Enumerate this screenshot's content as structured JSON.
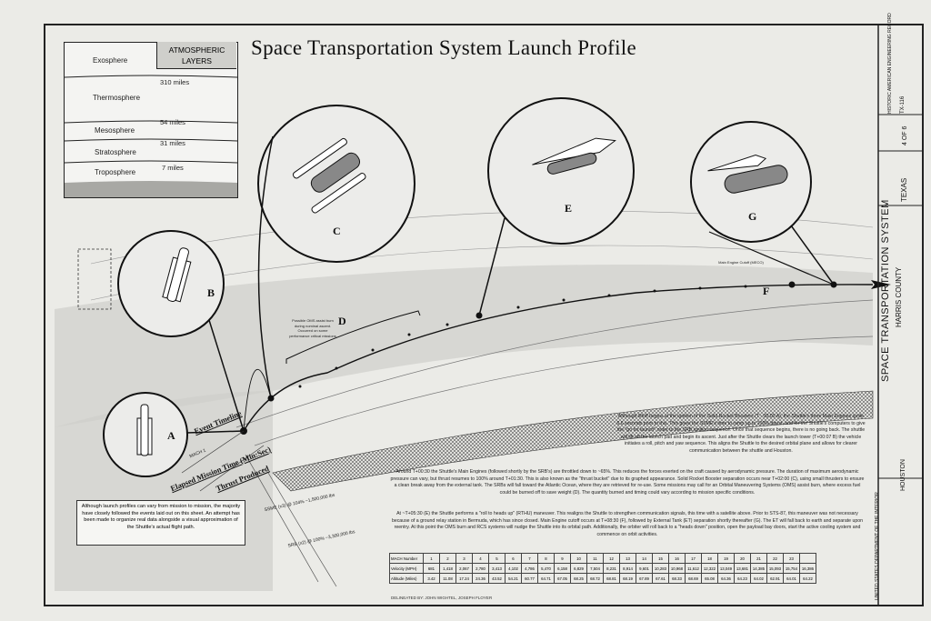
{
  "title": "Space Transportation System Launch Profile",
  "atmosphere": {
    "header": "ATMOSPHERIC LAYERS",
    "layers": [
      "Exosphere",
      "Thermosphere",
      "Mesosphere",
      "Stratosphere",
      "Troposphere"
    ],
    "altitudes": [
      "310 miles",
      "54 miles",
      "31 miles",
      "7 miles"
    ]
  },
  "callouts": {
    "A": "A",
    "B": "B",
    "C": "C",
    "D": "D",
    "E": "E",
    "F": "F",
    "G": "G"
  },
  "annotations": {
    "oms": "Possible OMS assist burn during nominal ascent. Occurred on some performance critical missions",
    "meco": "Main Engine Cutoff (MECO)"
  },
  "timeline_labels": {
    "event": "Event Timeline",
    "elapsed": "Elapsed Mission Time (Min:Sec)",
    "thrust": "Thrust Produced",
    "mach": "MACH 1",
    "srb_thrust": "SRB (x2) @ 100% ~3,300,000 lbs",
    "ssme_thrust": "SSME (x3) @ 104% ~1,500,000 lbs"
  },
  "paragraphs": [
    "Although liftoff begins at the ignition of the Solid Rocket Boosters (T - 00:00 A), the Shuttle's three Main Engines ignite 6.6 seconds prior to this. This gives the SSME's time to ramp up to 100% thrust, and for the Shuttle's computers to give the \"go for launch\" order to the SRB ignition sequence. Once that sequence begins, there is no going back. The shuttle will lift off the launch pad and begin its ascent. Just after the Shuttle clears the launch tower (T+00:07 B) the vehicle initiates a roll, pitch and yaw sequence. This aligns the Shuttle to the desired orbital plane and allows for clearer communication between the shuttle and Houston.",
    "Around T+00:30 the Shuttle's Main Engines (followed shortly by the SRB's) are throttled down to ~65%. This reduces the forces exerted on the craft caused by aerodynamic pressure. The duration of maximum aerodynamic pressure can vary, but thrust resumes to 100% around T+01:30. This is also known as the \"thrust bucket\" due to its graphed appearance. Solid Rocket Booster separation occurs near T+02:00 (C), using small thrusters to ensure a clean break away from the external tank. The SRBs will fall toward the Atlantic Ocean, where they are retrieved for re-use. Some missions may call for an Orbital Maneuvering Systems (OMS) assist burn, where excess fuel could be burned off to save weight (D). The quantity burned and timing could vary according to mission specific conditions.",
    "At ~T+05:30 (E) the Shuttle performs a \"roll to heads up\" (RTHU) maneuver. This realigns the Shuttle to strengthen communication signals, this time with a satellite above. Prior to STS-87, this maneuver was not necessary because of a ground relay station in Bermuda, which has since closed. Main Engine cutoff occurs at T+08:30 (F), followed by External Tank (ET) separation shortly thereafter (G). The ET will fall back to earth and separate upon reentry. At this point the OMS burn and RCS systems will nudge the Shuttle into its orbital path. Additionally, the orbiter will roll back to a \"heads down\" position, open the payload bay doors, start the active cooling system and commence on orbit activities."
  ],
  "note": "Although launch profiles can vary from mission to mission, the majority have closely followed the events laid out on this sheet. An attempt has been made to organize real data alongside a visual approximation of the Shuttle's actual flight path.",
  "table": {
    "row_labels": [
      "MACH Number",
      "Velocity (MPH)",
      "Altitude (Miles)"
    ],
    "mach": [
      "1",
      "2",
      "3",
      "4",
      "5",
      "6",
      "7",
      "8",
      "9",
      "10",
      "11",
      "12",
      "13",
      "14",
      "15",
      "16",
      "17",
      "18",
      "19",
      "20",
      "21",
      "22",
      "23"
    ],
    "velocity": [
      "681",
      "1,418",
      "2,067",
      "2,780",
      "3,413",
      "4,102",
      "4,786",
      "5,470",
      "6,158",
      "6,829",
      "7,504",
      "8,231",
      "8,914",
      "9,601",
      "10,283",
      "10,968",
      "11,612",
      "12,322",
      "13,049",
      "13,681",
      "14,385",
      "15,093",
      "15,754",
      "16,386"
    ],
    "altitude": [
      "3.42",
      "11.08",
      "17.24",
      "24.36",
      "43.52",
      "54.21",
      "60.77",
      "64.71",
      "67.05",
      "68.25",
      "68.72",
      "68.81",
      "68.19",
      "67.89",
      "67.61",
      "68.33",
      "68.69",
      "65.08",
      "64.36",
      "64.23",
      "64.02",
      "62.91",
      "64.01",
      "64.22"
    ]
  },
  "sidebar": {
    "main_title": "SPACE TRANSPORTATION SYSTEM",
    "county": "HARRIS COUNTY",
    "city": "HOUSTON",
    "state": "TEXAS",
    "sheet": "4 OF 6",
    "survey": "HISTORIC AMERICAN ENGINEERING RECORD",
    "survey_no": "TX-116",
    "agency": "UNITED STATES DEPARTMENT OF THE INTERIOR"
  },
  "delineated": "DELINEATED BY: JOHN WIGHTEL, JOSEPH FLOYER"
}
